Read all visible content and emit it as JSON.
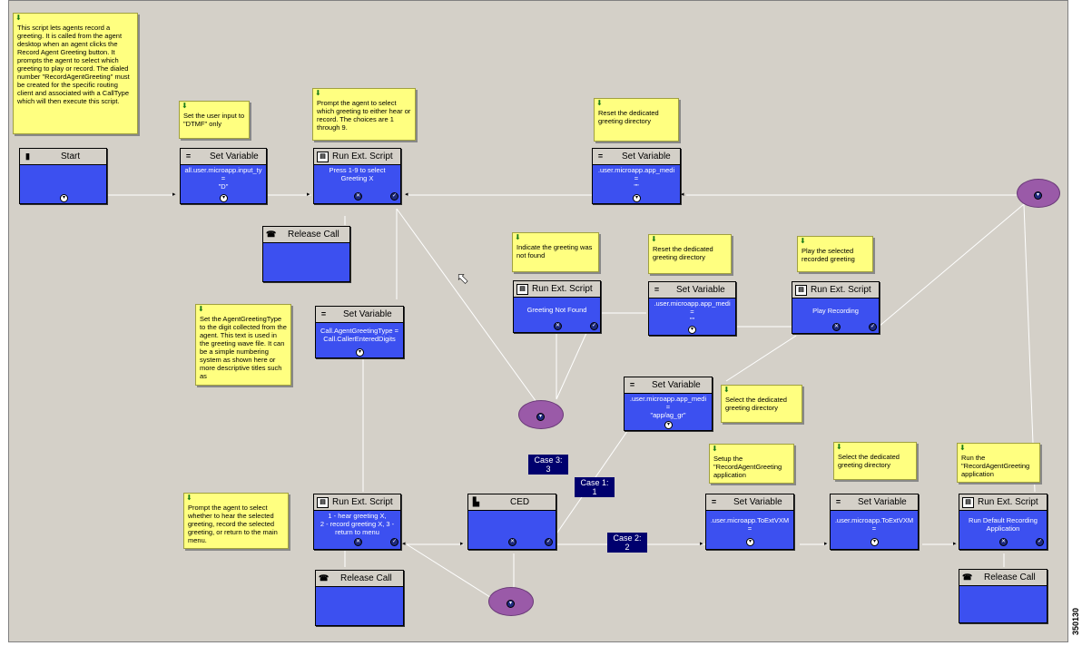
{
  "notes": [
    {
      "id": "n1",
      "text": "This script lets agents record a greeting. It is called from the agent desktop when an agent clicks the Record Agent Greeting button. It prompts the agent to select which greeting to play or record. The dialed number \"RecordAgentGreeting\" must be created for the specific routing client and associated with a CallType which will then execute this script."
    },
    {
      "id": "n2",
      "text": "Set the user input to \"DTMF\" only"
    },
    {
      "id": "n3",
      "text": "Prompt the agent to select which greeting to either hear or record. The choices are 1 through 9."
    },
    {
      "id": "n4",
      "text": "Reset the dedicated greeting directory"
    },
    {
      "id": "n5",
      "text": "Indicate the greeting was not found"
    },
    {
      "id": "n6",
      "text": "Reset the dedicated greeting directory"
    },
    {
      "id": "n7",
      "text": "Play the selected recorded greeting"
    },
    {
      "id": "n8",
      "text": "Set the AgentGreetingType to the digit collected from the agent. This text is used in the greeting wave file. It can be a simple numbering system as shown here or more descriptive titles such as"
    },
    {
      "id": "n9",
      "text": "Select the dedicated greeting directory"
    },
    {
      "id": "n10",
      "text": "Prompt the agent to select whether to hear the selected greeting, record the selected greeting, or return to the main menu."
    },
    {
      "id": "n11",
      "text": "Setup the \"RecordAgentGreeting application"
    },
    {
      "id": "n12",
      "text": "Select the dedicated greeting directory"
    },
    {
      "id": "n13",
      "text": "Run the \"RecordAgentGreeting application"
    }
  ],
  "nodes": [
    {
      "id": "start",
      "title": "Start",
      "body": "",
      "icon": "traffic-light-icon"
    },
    {
      "id": "sv1",
      "title": "Set Variable",
      "body": "all.user.microapp.input_ty\n=\n\"D\"",
      "icon": "equals-icon"
    },
    {
      "id": "rs1",
      "title": "Run Ext. Script",
      "body": "Press 1-9 to select\nGreeting X",
      "icon": "script-icon"
    },
    {
      "id": "sv2",
      "title": "Set Variable",
      "body": ".user.microapp.app_medi\n=\n\"\"",
      "icon": "equals-icon"
    },
    {
      "id": "rc1",
      "title": "Release Call",
      "body": "",
      "icon": "phone-icon"
    },
    {
      "id": "rs2",
      "title": "Run Ext. Script",
      "body": "Greeting Not Found",
      "icon": "script-icon"
    },
    {
      "id": "sv3",
      "title": "Set Variable",
      "body": ".user.microapp.app_medi\n=\n\"\"",
      "icon": "equals-icon"
    },
    {
      "id": "rs3",
      "title": "Run Ext. Script",
      "body": "Play Recording",
      "icon": "script-icon"
    },
    {
      "id": "sv4",
      "title": "Set Variable",
      "body": "Call.AgentGreetingType =\nCall.CallerEnteredDigits",
      "icon": "equals-icon"
    },
    {
      "id": "sv5",
      "title": "Set Variable",
      "body": ".user.microapp.app_medi\n=\n\"app/ag_gr\"",
      "icon": "equals-icon"
    },
    {
      "id": "rs4",
      "title": "Run Ext. Script",
      "body": "1 - hear greeting X,\n2 - record greeting X, 3 -\nreturn to menu",
      "icon": "script-icon"
    },
    {
      "id": "ced",
      "title": "CED",
      "body": "",
      "icon": "ced-icon"
    },
    {
      "id": "sv6",
      "title": "Set Variable",
      "body": ".user.microapp.ToExtVXM\n=",
      "icon": "equals-icon"
    },
    {
      "id": "sv7",
      "title": "Set Variable",
      "body": ".user.microapp.ToExtVXM\n=",
      "icon": "equals-icon"
    },
    {
      "id": "rs5",
      "title": "Run Ext. Script",
      "body": "Run Default Recording\nApplication",
      "icon": "script-icon"
    },
    {
      "id": "rc2",
      "title": "Release Call",
      "body": "",
      "icon": "phone-icon"
    },
    {
      "id": "rc3",
      "title": "Release Call",
      "body": "",
      "icon": "phone-icon"
    }
  ],
  "cases": [
    {
      "id": "case3",
      "text": "Case 3:\n3"
    },
    {
      "id": "case1",
      "text": "Case 1:\n1"
    },
    {
      "id": "case2",
      "text": "Case 2:\n2"
    }
  ],
  "side_code": "350130"
}
